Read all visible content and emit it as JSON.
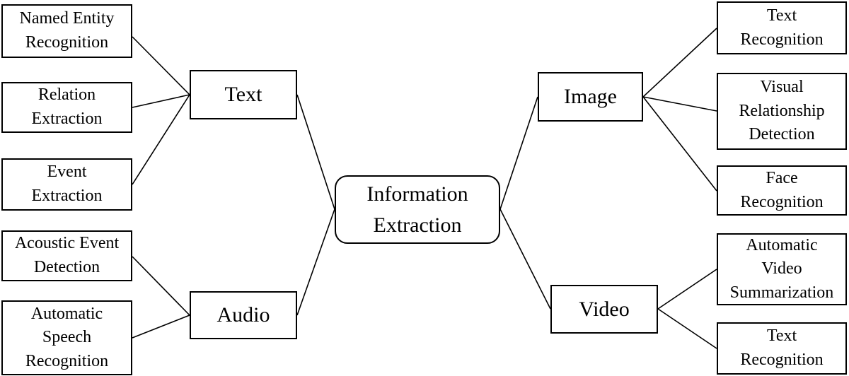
{
  "center": {
    "lines": [
      "Information",
      "Extraction"
    ]
  },
  "categories": {
    "text": {
      "label": "Text",
      "children": [
        {
          "lines": [
            "Named Entity",
            "Recognition"
          ]
        },
        {
          "lines": [
            "Relation",
            "Extraction"
          ]
        },
        {
          "lines": [
            "Event",
            "Extraction"
          ]
        }
      ]
    },
    "audio": {
      "label": "Audio",
      "children": [
        {
          "lines": [
            "Acoustic Event",
            "Detection"
          ]
        },
        {
          "lines": [
            "Automatic",
            "Speech",
            "Recognition"
          ]
        }
      ]
    },
    "image": {
      "label": "Image",
      "children": [
        {
          "lines": [
            "Text",
            "Recognition"
          ]
        },
        {
          "lines": [
            "Visual",
            "Relationship",
            "Detection"
          ]
        },
        {
          "lines": [
            "Face",
            "Recognition"
          ]
        }
      ]
    },
    "video": {
      "label": "Video",
      "children": [
        {
          "lines": [
            "Automatic",
            "Video",
            "Summarization"
          ]
        },
        {
          "lines": [
            "Text",
            "Recognition"
          ]
        }
      ]
    }
  }
}
